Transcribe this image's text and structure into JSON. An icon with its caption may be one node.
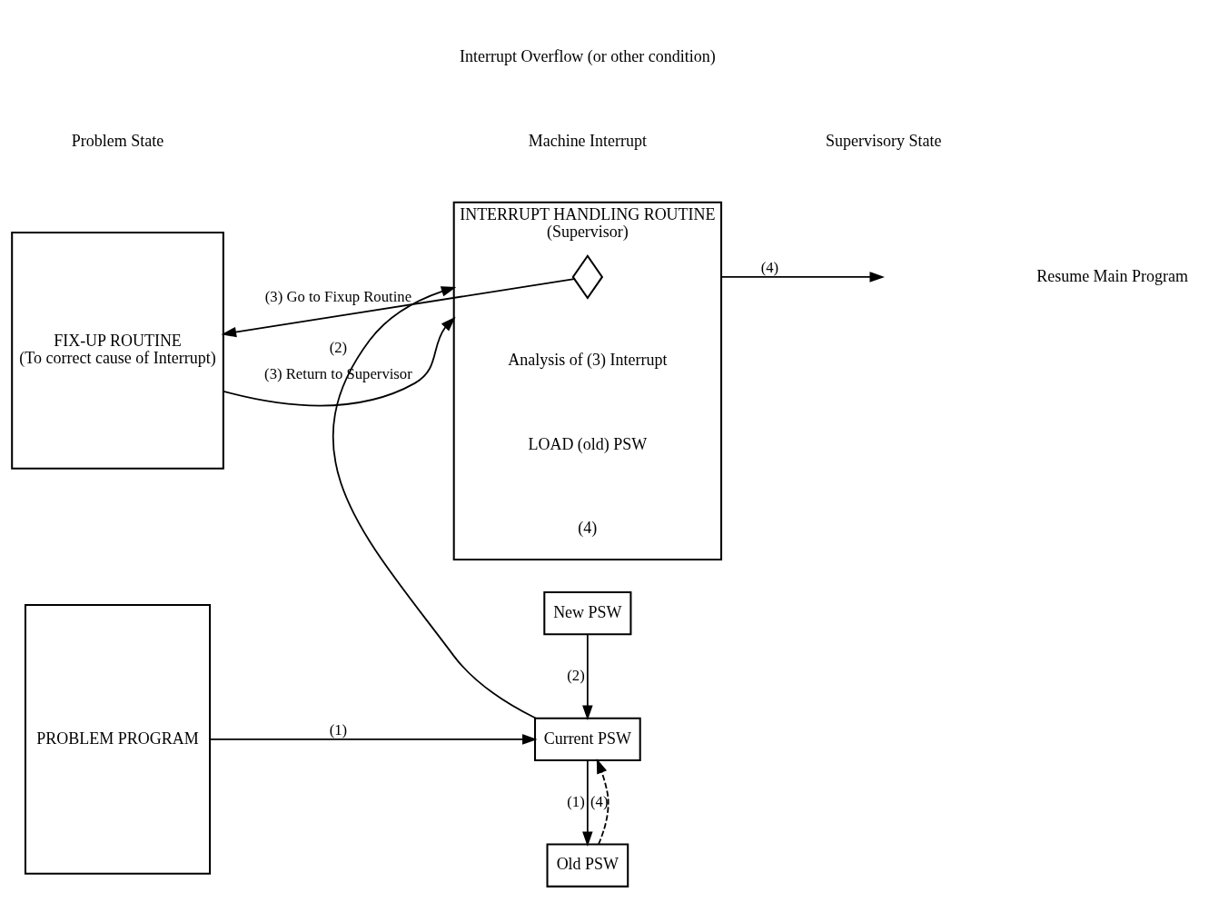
{
  "diagram": {
    "nodes": [
      {
        "text": [
          "PROBLEM PROGRAM"
        ]
      },
      {
        "text": [
          "Old PSW"
        ]
      },
      {
        "text": [
          "Current PSW"
        ]
      },
      {
        "text": [
          "New PSW"
        ]
      },
      {
        "text": [
          "INTERRUPT HANDLING ROUTINE",
          "(Supervisor)"
        ]
      },
      {
        "text": [],
        "shape": "diamond",
        "in": 4
      },
      {
        "text": [
          "FIX-UP ROUTINE",
          "(To correct cause of Interrupt)"
        ]
      }
    ],
    "edges": [
      {
        "from": 0,
        "to": 2,
        "arrow": "to",
        "label": "(1)"
      },
      {
        "from": 2,
        "to": 1,
        "arrow": "to",
        "label": "(1)"
      },
      {
        "from": 1,
        "to": 2,
        "arrow": "to",
        "label": "(4)",
        "style": "dashed"
      },
      {
        "from": 3,
        "to": 2,
        "arrow": "to",
        "label": "(2)"
      },
      {
        "from": 2,
        "to": 4,
        "arrow": "to",
        "label": "(2)"
      },
      {
        "from": 5,
        "to": 6,
        "arrow": "to",
        "label": "(3) Go to Fixup Routine"
      },
      {
        "from": 6,
        "to": 4,
        "arrow": "to",
        "label": "(3) Return to Supervisor"
      },
      {
        "from": 4,
        "to": null,
        "arrow": "to",
        "label": "(4)"
      }
    ],
    "labels": [
      "Problem State",
      "Machine Interrupt",
      "Supervisory State",
      "Interrupt Overflow (or other condition)",
      "Analysis of (3) Interrupt",
      "LOAD (old) PSW",
      "(4)",
      "Resume Main Program"
    ]
  }
}
